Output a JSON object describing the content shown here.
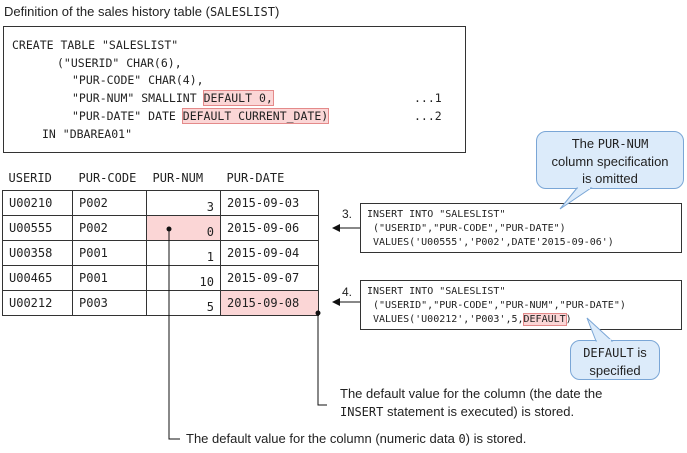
{
  "title": {
    "text": "Definition of the sales history table (",
    "code": "SALESLIST",
    "close": ")"
  },
  "create_statement": {
    "line1": "CREATE TABLE \"SALESLIST\"",
    "line2": "(\"USERID\" CHAR(6),",
    "line3": "\"PUR-CODE\" CHAR(4),",
    "line4_pre": "\"PUR-NUM\" SMALLINT ",
    "line4_hl": "DEFAULT 0,",
    "line4_ref": "...1",
    "line5_pre": "\"PUR-DATE\" DATE ",
    "line5_hl": "DEFAULT CURRENT_DATE)",
    "line5_ref": "...2",
    "line6": "IN \"DBAREA01\""
  },
  "table": {
    "headers": [
      "USERID",
      "PUR-CODE",
      "PUR-NUM",
      "PUR-DATE"
    ],
    "rows": [
      [
        "U00210",
        "P002",
        "3",
        "2015-09-03"
      ],
      [
        "U00555",
        "P002",
        "0",
        "2015-09-06"
      ],
      [
        "U00358",
        "P001",
        "1",
        "2015-09-04"
      ],
      [
        "U00465",
        "P001",
        "10",
        "2015-09-07"
      ],
      [
        "U00212",
        "P003",
        "5",
        "2015-09-08"
      ]
    ]
  },
  "insert3": {
    "step": "3.",
    "line1": "INSERT INTO \"SALESLIST\"",
    "line2": "(\"USERID\",\"PUR-CODE\",\"PUR-DATE\")",
    "line3": "VALUES('U00555','P002',DATE'2015-09-06')"
  },
  "insert4": {
    "step": "4.",
    "line1": "INSERT INTO \"SALESLIST\"",
    "line2": "(\"USERID\",\"PUR-CODE\",\"PUR-NUM\",\"PUR-DATE\")",
    "line3_pre": "VALUES('U00212','P003',5,",
    "line3_hl": "DEFAULT",
    "line3_post": ")"
  },
  "callout_omitted": {
    "line1_pre": "The ",
    "line1_code": "PUR-NUM",
    "line2": "column specification",
    "line3": "is omitted"
  },
  "callout_default": {
    "line1_code": "DEFAULT",
    "line1_post": " is",
    "line2": "specified"
  },
  "note_date": {
    "line1": "The default value for the column (the date the",
    "line2_code": "INSERT",
    "line2_post": " statement is executed) is stored."
  },
  "note_numeric": {
    "pre": "The default value for the column (numeric data ",
    "code": "0",
    "post": ") is stored."
  },
  "colors": {
    "highlight": "#fbd6d6",
    "callout_fill": "#dcebfa",
    "callout_border": "#7aa6d6"
  }
}
